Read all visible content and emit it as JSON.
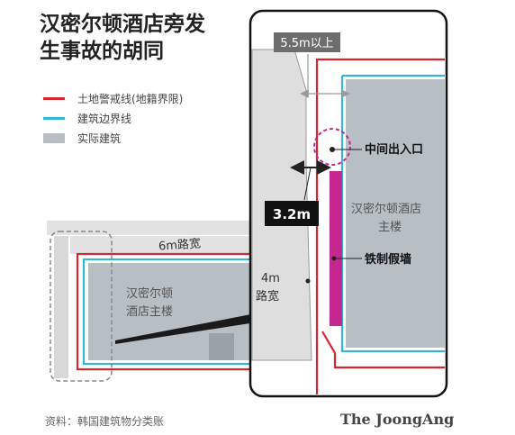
{
  "title_line1": "汉密尔顿酒店旁发",
  "title_line2": "生事故的胡同",
  "legend": {
    "land_line": "土地警戒线(地籍界限)",
    "building_line": "建筑边界线",
    "actual_building": "实际建筑"
  },
  "labels": {
    "width_top": "5.5m以上",
    "middle_entrance": "中间出入口",
    "width_narrow": "3.2m",
    "hotel_main": [
      "汉密尔顿酒店",
      "主楼"
    ],
    "iron_wall": "铁制假墙",
    "road_6m": "6m路宽",
    "road_4m": [
      "4m",
      "路宽"
    ],
    "hotel_left": [
      "汉密尔顿",
      "酒店主楼"
    ]
  },
  "source": "资料：韩国建筑物分类账",
  "credit": "The JoongAng",
  "colors": {
    "land_line": "#d9262c",
    "building_line": "#35b6d6",
    "building_fill": "#b7bec4",
    "road_fill": "#dedede",
    "iron_wall": "#c6268f",
    "dashed_circle": "#c6268f"
  }
}
